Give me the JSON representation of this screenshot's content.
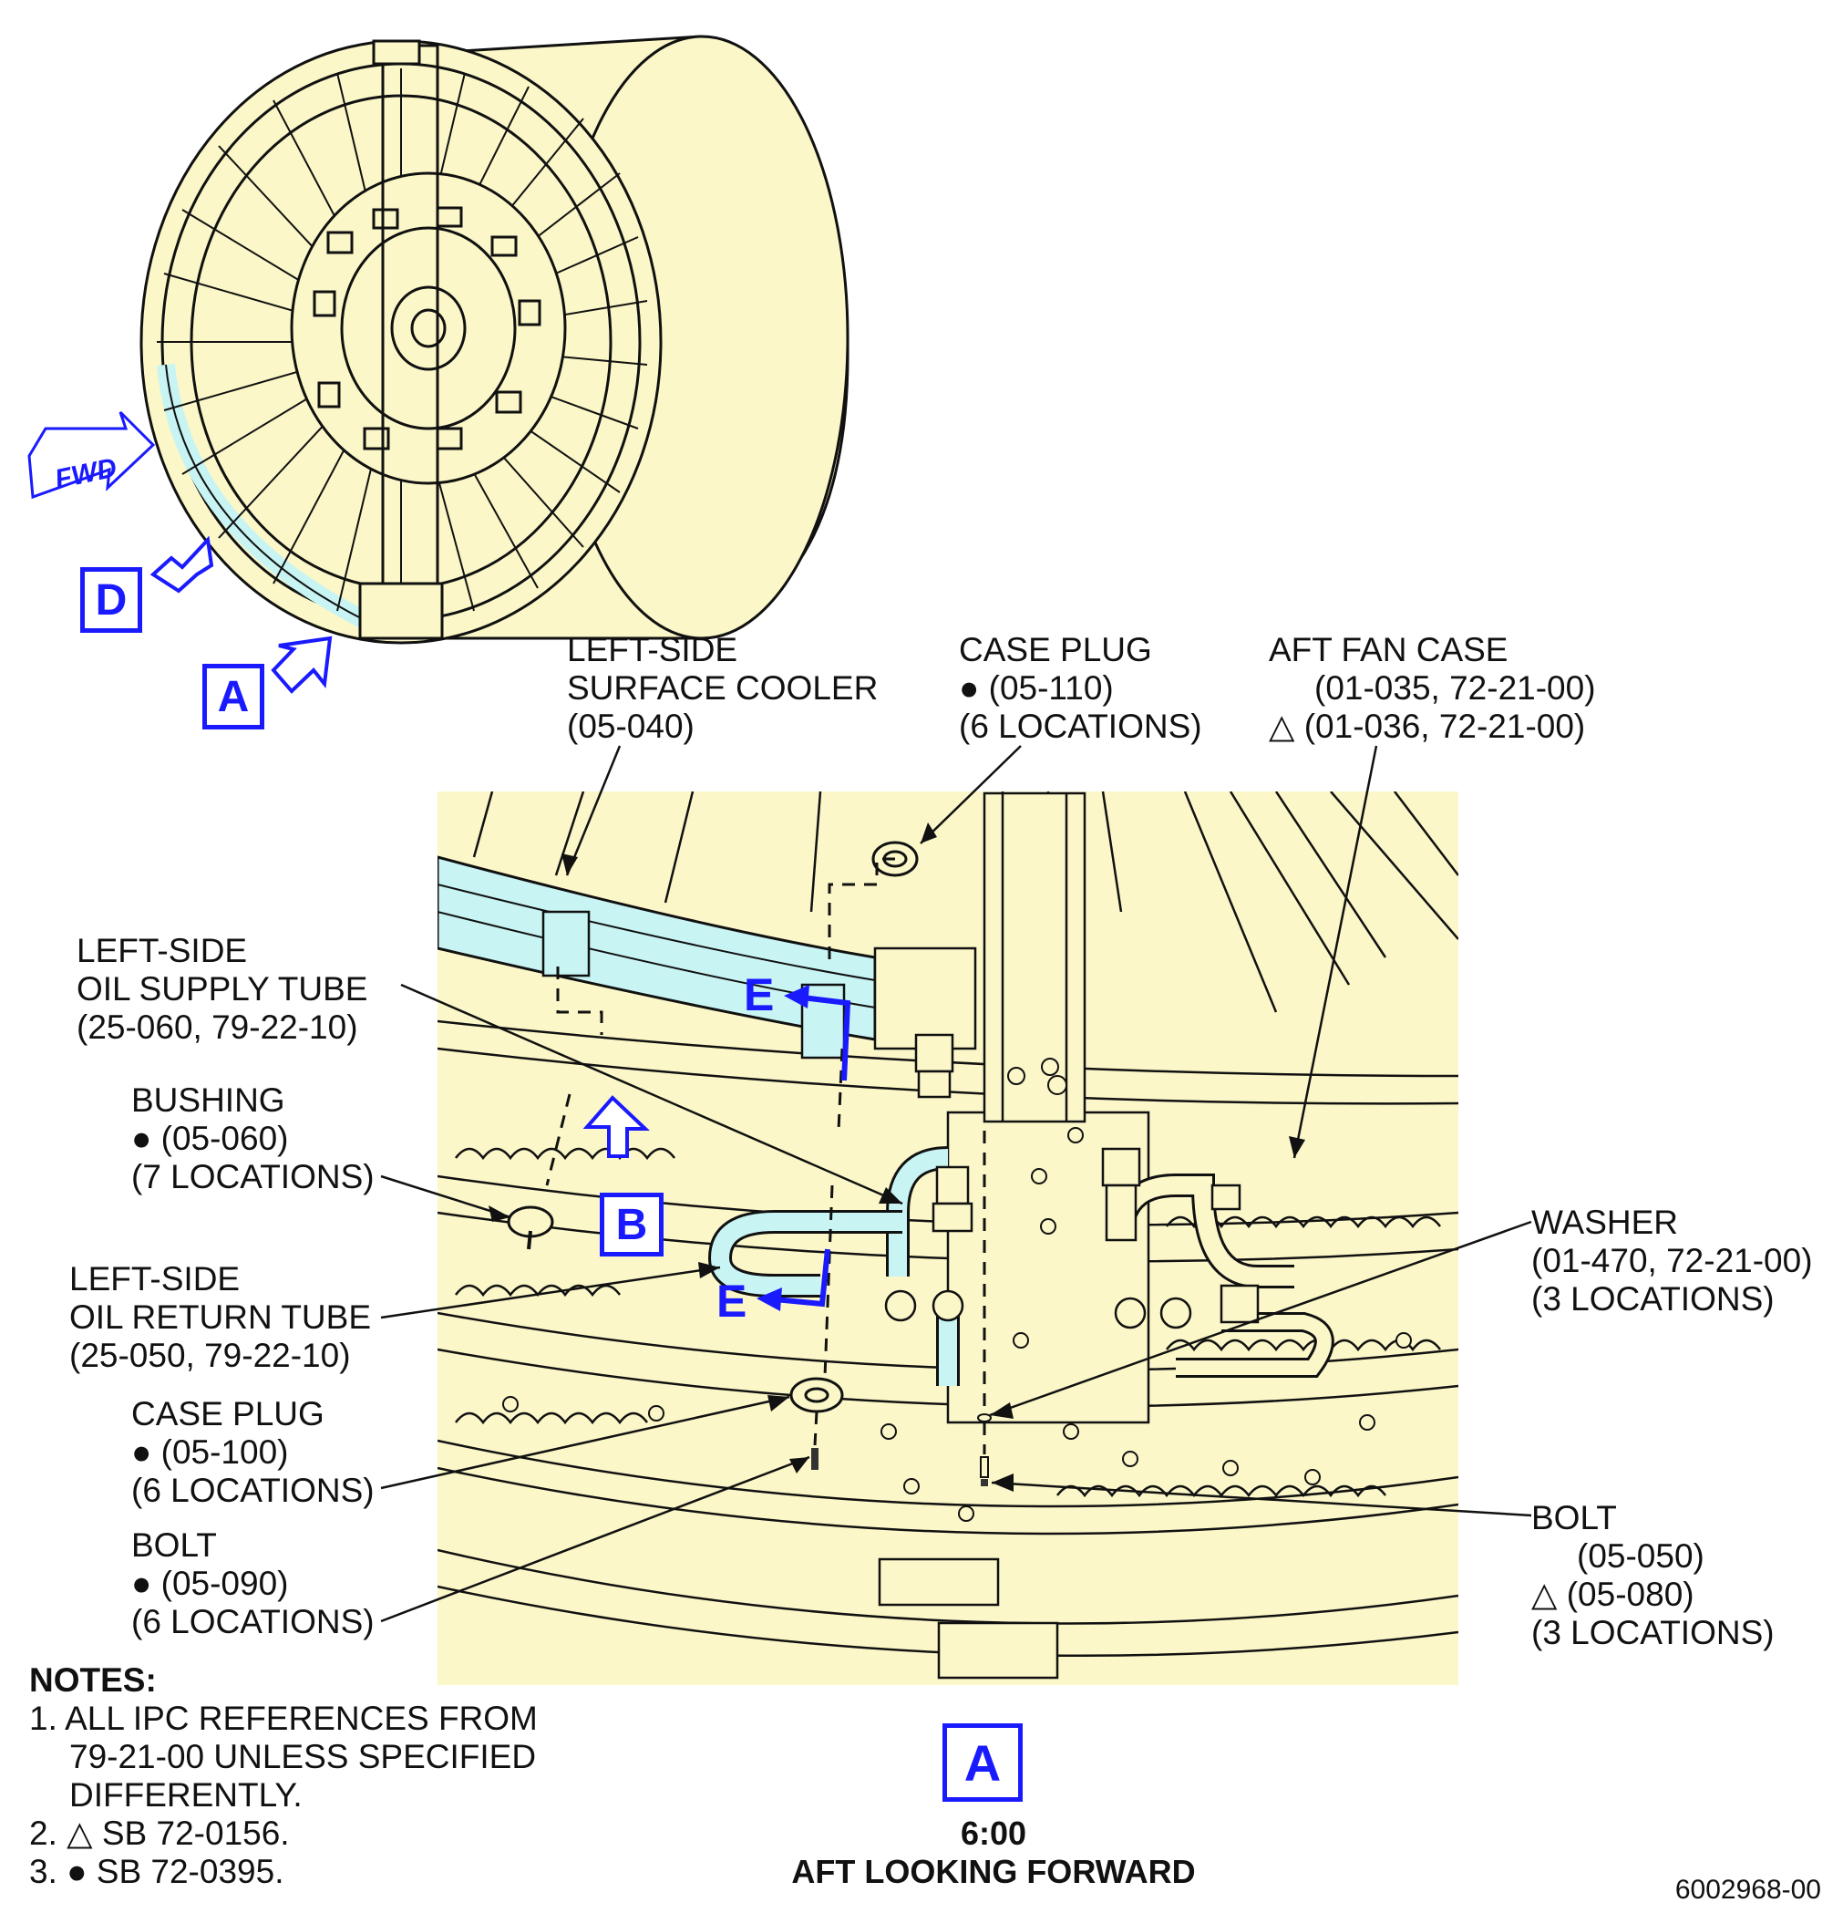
{
  "labels": {
    "left_surface_cooler": [
      "LEFT-SIDE",
      "SURFACE COOLER",
      "(05-040)"
    ],
    "case_plug_top": [
      "CASE PLUG",
      "● (05-110)",
      "(6 LOCATIONS)"
    ],
    "aft_fan_case": [
      "AFT FAN CASE",
      "(01-035, 72-21-00)",
      "△ (01-036, 72-21-00)"
    ],
    "oil_supply_tube": [
      "LEFT-SIDE",
      "OIL SUPPLY TUBE",
      "(25-060, 79-22-10)"
    ],
    "bushing": [
      "BUSHING",
      "● (05-060)",
      "(7 LOCATIONS)"
    ],
    "oil_return_tube": [
      "LEFT-SIDE",
      "OIL RETURN TUBE",
      "(25-050, 79-22-10)"
    ],
    "case_plug_bottom": [
      "CASE PLUG",
      "● (05-100)",
      "(6 LOCATIONS)"
    ],
    "bolt_left": [
      "BOLT",
      "● (05-090)",
      "(6 LOCATIONS)"
    ],
    "washer": [
      "WASHER",
      "(01-470, 72-21-00)",
      "(3 LOCATIONS)"
    ],
    "bolt_right": [
      "BOLT",
      "(05-050)",
      "△ (05-080)",
      "(3 LOCATIONS)"
    ]
  },
  "callouts": {
    "fwd": "FWD",
    "view_d": "D",
    "view_a_top": "A",
    "view_b": "B",
    "view_e_top": "E",
    "view_e_bottom": "E",
    "view_a_bottom": "A"
  },
  "notes": {
    "heading": "NOTES:",
    "items": [
      "1. ALL IPC REFERENCES FROM",
      "79-21-00 UNLESS SPECIFIED",
      "DIFFERENTLY.",
      "2. △ SB 72-0156.",
      "3. ● SB 72-0395."
    ]
  },
  "view_caption": [
    "6:00",
    "AFT LOOKING FORWARD"
  ],
  "document_number": "6002968-00",
  "colors": {
    "part_fill": "#fbf7c8",
    "highlight_fill": "#c8f4f4",
    "callout_blue": "#1a1aff",
    "line": "#111111"
  }
}
